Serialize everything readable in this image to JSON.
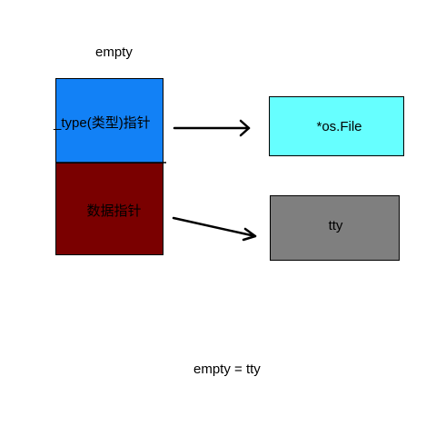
{
  "title": "empty",
  "caption": "empty = tty",
  "boxes": {
    "type_pointer": {
      "label": "_type(类型)指针",
      "color": "#1281f6"
    },
    "data_pointer": {
      "label": "数据指针",
      "color": "#7a0000"
    },
    "os_file": {
      "label": "*os.File",
      "color": "#66ffff"
    },
    "tty": {
      "label": "tty",
      "color": "#7f7f7f"
    }
  },
  "arrows": [
    {
      "from": "type_pointer",
      "to": "os_file"
    },
    {
      "from": "data_pointer",
      "to": "tty"
    }
  ]
}
